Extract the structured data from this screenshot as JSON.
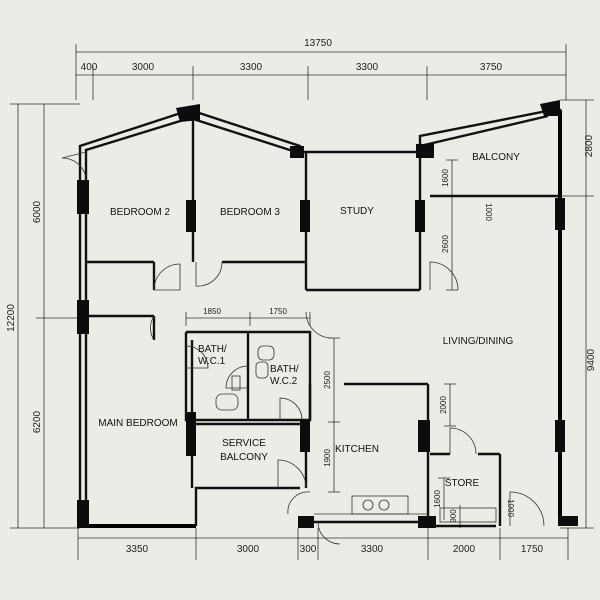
{
  "dimensions": {
    "overall_width": "13750",
    "top_segments": [
      "400",
      "3000",
      "3300",
      "3300",
      "3750"
    ],
    "bottom_segments": [
      "3350",
      "3000",
      "300",
      "3300",
      "2000",
      "1750"
    ],
    "left_overall": "12200",
    "left_segments": [
      "6000",
      "6200"
    ],
    "right_segments": [
      "2800",
      "9400"
    ],
    "bath_widths": [
      "1850",
      "1750"
    ],
    "inner": {
      "balcony_depth": "1600",
      "study_depth": "2600",
      "bath_depth": "2500",
      "kitchen_upper": "2000",
      "kitchen_lower": "1900",
      "store_depth": "1600",
      "store_door": "900",
      "balcony_door": "1000",
      "right_door": "1000"
    }
  },
  "rooms": {
    "bedroom2": "BEDROOM 2",
    "bedroom3": "BEDROOM 3",
    "study": "STUDY",
    "balcony": "BALCONY",
    "living_dining": "LIVING/DINING",
    "bath1_line1": "BATH/",
    "bath1_line2": "W.C.1",
    "bath2_line1": "BATH/",
    "bath2_line2": "W.C.2",
    "main_bedroom": "MAIN BEDROOM",
    "service_balcony_line1": "SERVICE",
    "service_balcony_line2": "BALCONY",
    "kitchen": "KITCHEN",
    "store": "STORE"
  }
}
